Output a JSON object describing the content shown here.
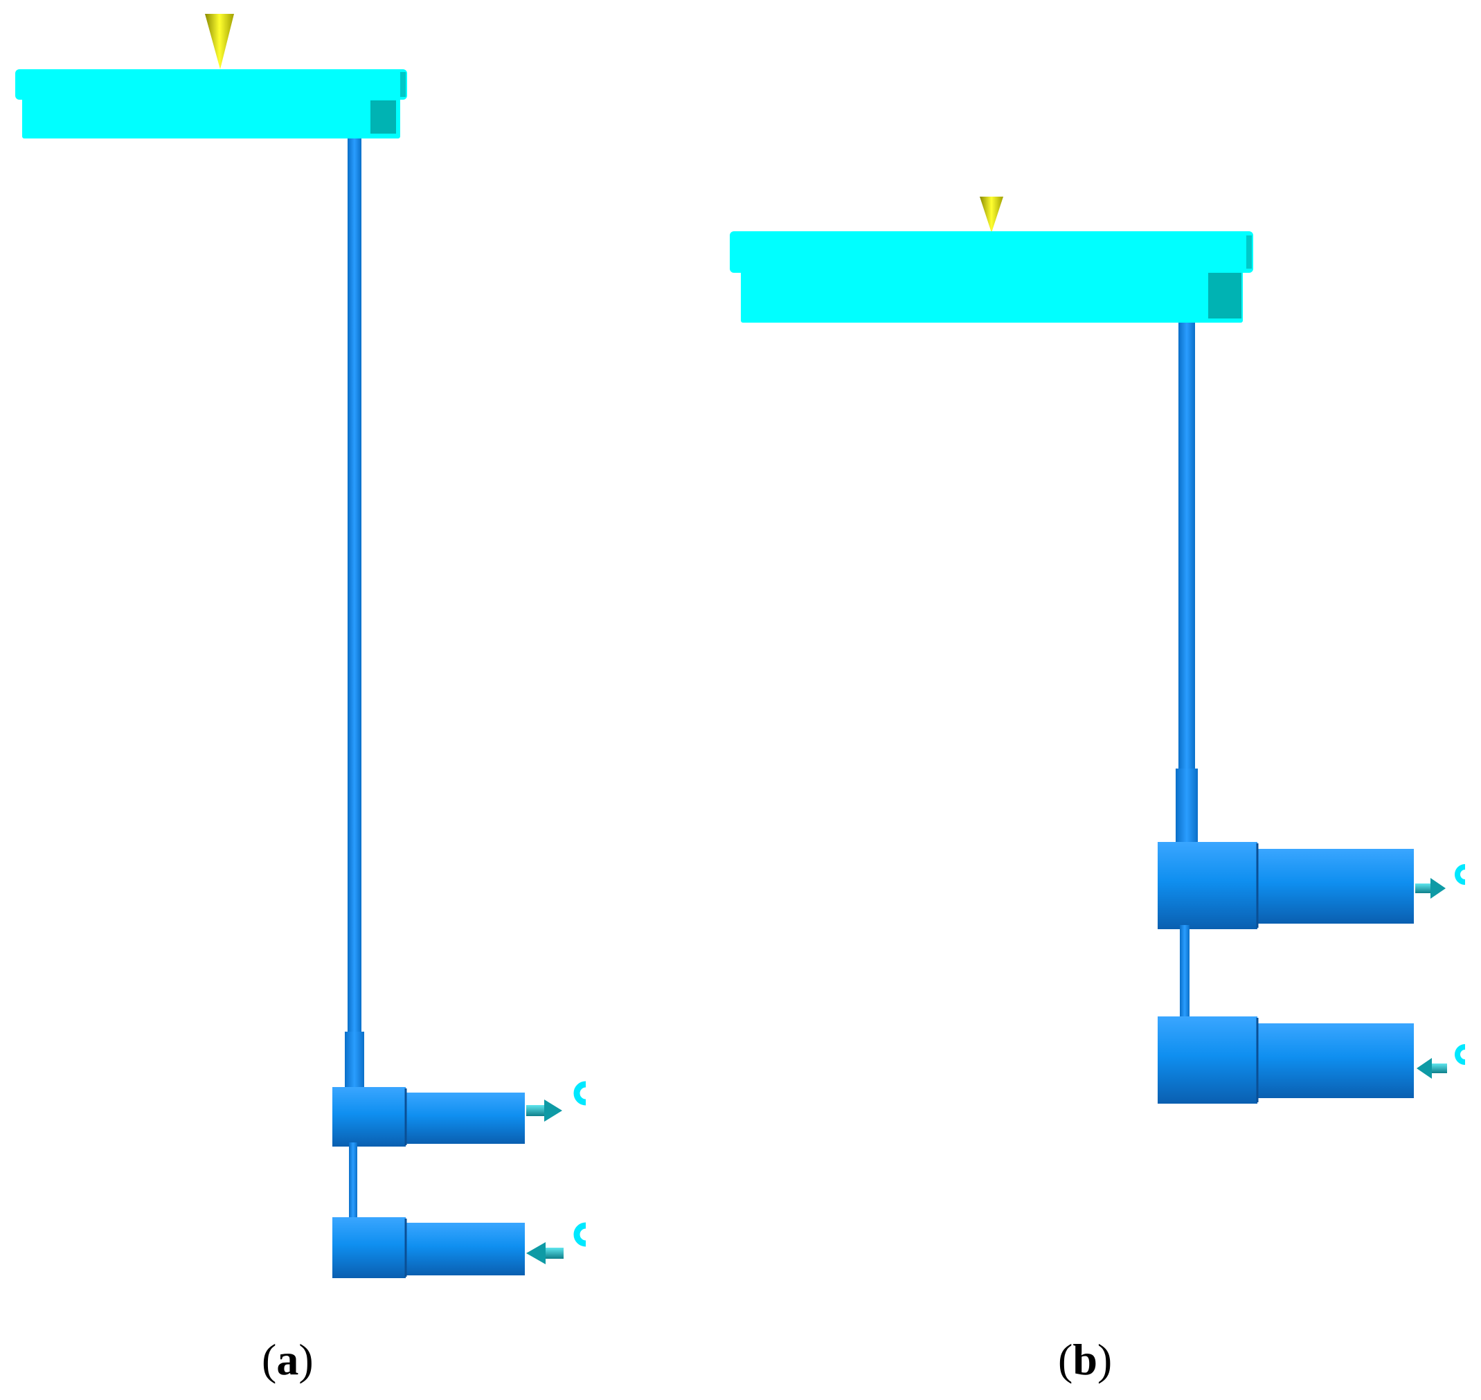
{
  "colors": {
    "plate": "#00ffff",
    "plate_shade": "#00b3b3",
    "pipe": "#0a84e0",
    "cylinder": "#0f8ff0",
    "cylinder_dark": "#0a5fb0",
    "arrow": "#1fc9d6",
    "arrow_dark": "#0e7f8a",
    "marker": "#e8e800",
    "marker_dark": "#8a8a00",
    "c_symbol": "#00e8ff"
  },
  "panels": [
    {
      "id": "a",
      "label": "a",
      "arrow_directions": [
        "out",
        "in"
      ]
    },
    {
      "id": "b",
      "label": "b",
      "arrow_directions": [
        "out",
        "in"
      ]
    }
  ],
  "icons": {
    "marker": "yellow-cone-marker-icon",
    "flow_arrow": "flow-arrow-icon",
    "c_symbol": "c-symbol-icon"
  }
}
